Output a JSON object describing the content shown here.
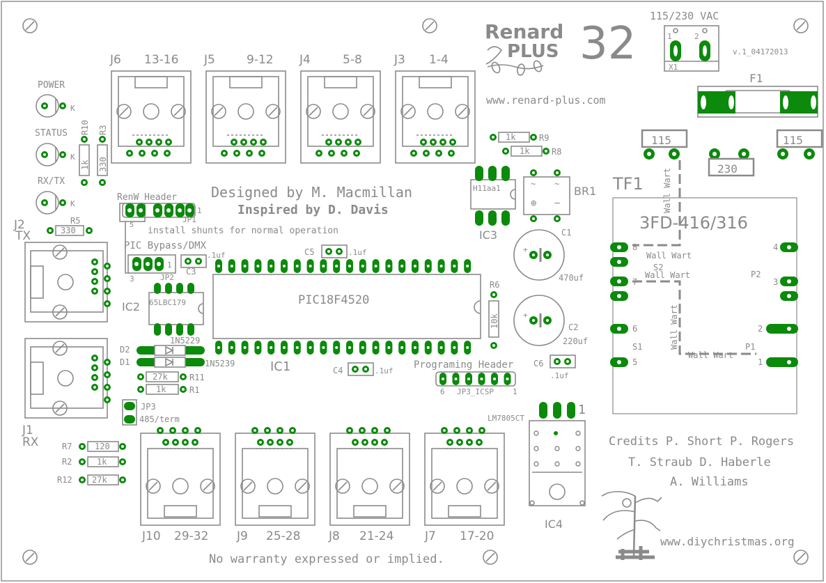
{
  "header": {
    "logo_line1": "Renard",
    "logo_line2": "PLUS",
    "logo_number": "32",
    "website": "www.renard-plus.com",
    "version": "v.1_04172013",
    "power_input": "115/230 VAC",
    "designed_by": "Designed by  M. Macmillan",
    "inspired_by": "Inspired by D. Davis"
  },
  "connectors_top": [
    {
      "ref": "J6",
      "channels": "13-16"
    },
    {
      "ref": "J5",
      "channels": "9-12"
    },
    {
      "ref": "J4",
      "channels": "5-8"
    },
    {
      "ref": "J3",
      "channels": "1-4"
    }
  ],
  "connectors_bottom": [
    {
      "ref": "J10",
      "channels": "29-32"
    },
    {
      "ref": "J9",
      "channels": "25-28"
    },
    {
      "ref": "J8",
      "channels": "21-24"
    },
    {
      "ref": "J7",
      "channels": "17-20"
    }
  ],
  "leds": [
    {
      "name": "POWER",
      "pin": "K"
    },
    {
      "name": "STATUS",
      "pin": "K"
    },
    {
      "name": "RX/TX",
      "pin": "K"
    }
  ],
  "left_ports": {
    "j2": "J2",
    "j2_sub": "TX",
    "j1": "J1",
    "j1_sub": "RX"
  },
  "resistors": {
    "r10": "R10",
    "r3": "R3",
    "r10_val": "1k",
    "r3_val": "330",
    "r5": "R5",
    "r5_val": "330",
    "r9": "R9",
    "r9_val": "1k",
    "r8": "R8",
    "r8_val": "1k",
    "r6": "R6",
    "r6_val": "10k",
    "r11": "R11",
    "r11_val": "27k",
    "r1": "R1",
    "r1_val": "1k",
    "r7": "R7",
    "r7_val": "120",
    "r2": "R2",
    "r2_val": "1k",
    "r12": "R12",
    "r12_val": "27k"
  },
  "headers": {
    "renw": "RenW Header",
    "renw_pin": "1",
    "renw_pin5": "5",
    "jp1": "JP1",
    "shunt_note": "install shunts for normal operation",
    "pic_bypass": "PIC Bypass/DMX",
    "jp2_pin1": "1",
    "jp2_pin3": "3",
    "jp2": "JP2",
    "jp3": "JP3",
    "jp3_note": "485/term",
    "prog": "Programing Header",
    "prog_ref": "JP3_ICSP",
    "prog_pin6": "6",
    "prog_pin1": "1"
  },
  "ics": {
    "ic1": "IC1",
    "ic1_part": "PIC18F4520",
    "ic2": "IC2",
    "ic2_part": "65LBC179",
    "ic3": "IC3",
    "ic3_part": "H11aa1",
    "ic4": "IC4",
    "ic4_part": "LM7805CT",
    "ic4_pin": "1"
  },
  "caps": {
    "c1": "C1",
    "c1_val": "470uf",
    "c2": "C2",
    "c2_val": "220uf",
    "c3": "C3",
    "c3_val": ".1uf",
    "c4": "C4",
    "c4_val": ".1uf",
    "c5": "C5",
    "c5_val": ".1uf",
    "c6": "C6",
    "c6_val": ".1uf"
  },
  "diodes": {
    "d2": "D2",
    "d2_part": "1N5229",
    "d1": "D1",
    "d1_part": "1N5239"
  },
  "power": {
    "br1": "BR1",
    "x1": "X1",
    "x1_pin1": "1",
    "x1_pin2": "2",
    "f1": "F1",
    "sel_115a": "115",
    "sel_230": "230",
    "sel_115b": "115",
    "tf1": "TF1",
    "tf_part": "3FD-416/316",
    "wall_wart": "Wall Wart",
    "s2": "S2",
    "s1": "S1",
    "p2": "P2",
    "p1": "P1",
    "pin8": "8",
    "pin7": "7",
    "pin6": "6",
    "pin5": "5",
    "pin4": "4",
    "pin3": "3",
    "pin2": "2",
    "pin1": "1"
  },
  "footer": {
    "credits1": "Credits P. Short   P. Rogers",
    "credits2": "T. Straub   D. Haberle",
    "credits3": "A. Williams",
    "site2": "www.diychristmas.org",
    "warranty": "No warranty expressed or implied."
  },
  "colors": {
    "silk": "#8a8a8a",
    "copper": "#0b8a0b",
    "background": "#ffffff"
  }
}
